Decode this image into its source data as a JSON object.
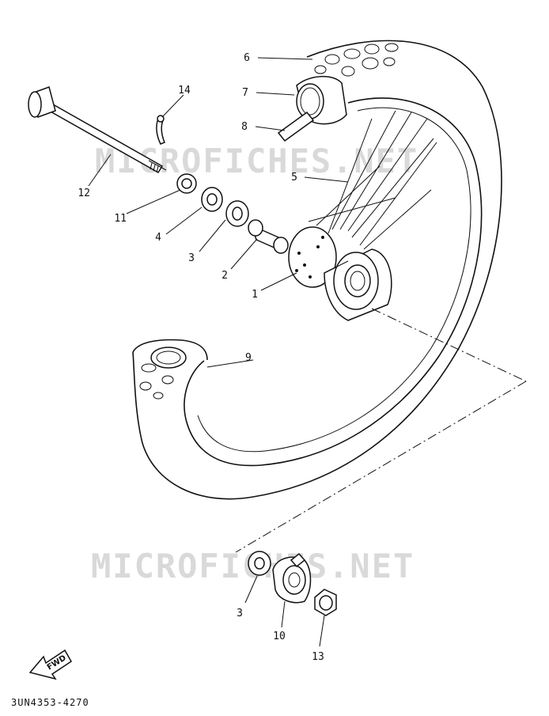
{
  "watermark": "MICROFICHES.NET",
  "callouts": {
    "c1": "1",
    "c2": "2",
    "c3a": "3",
    "c3b": "3",
    "c4": "4",
    "c5": "5",
    "c6": "6",
    "c7": "7",
    "c8": "8",
    "c9": "9",
    "c10": "10",
    "c11": "11",
    "c12": "12",
    "c13": "13",
    "c14": "14"
  },
  "fwd_label": "FWD",
  "part_number": "3UN4353-4270"
}
